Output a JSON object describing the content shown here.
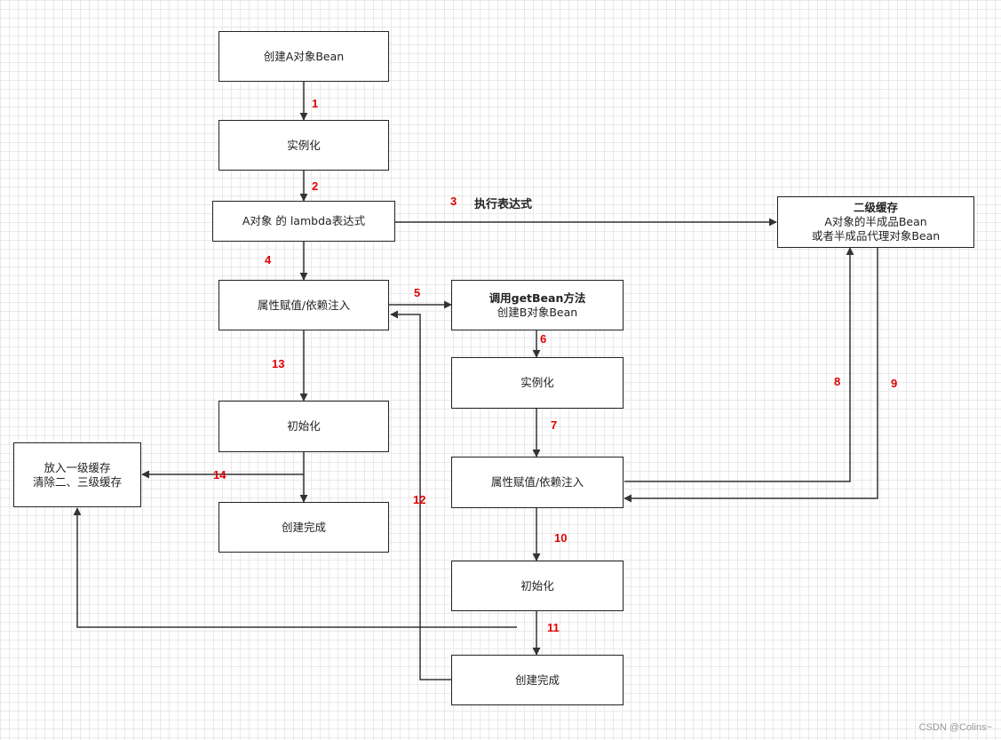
{
  "boxes": {
    "create_a": "创建A对象Bean",
    "instantiate_a": "实例化",
    "lambda_a": "A对象 的 lambda表达式",
    "populate_a": "属性赋值/依赖注入",
    "init_a": "初始化",
    "done_a": "创建完成",
    "level1_cache": {
      "line1": "放入一级缓存",
      "line2": "清除二、三级缓存"
    },
    "getbean_b": {
      "line1": "调用getBean方法",
      "line2": "创建B对象Bean"
    },
    "instantiate_b": "实例化",
    "populate_b": "属性赋值/依赖注入",
    "init_b": "初始化",
    "done_b": "创建完成",
    "level2_cache": {
      "line1": "二级缓存",
      "line2": "A对象的半成品Bean",
      "line3": "或者半成品代理对象Bean"
    }
  },
  "steps": [
    "1",
    "2",
    "3",
    "4",
    "5",
    "6",
    "7",
    "8",
    "9",
    "10",
    "11",
    "12",
    "13",
    "14"
  ],
  "labels": {
    "execute_expression": "执行表达式"
  },
  "watermark": "CSDN @Colins~",
  "colors": {
    "step_number": "#e00000",
    "line": "#333333"
  }
}
